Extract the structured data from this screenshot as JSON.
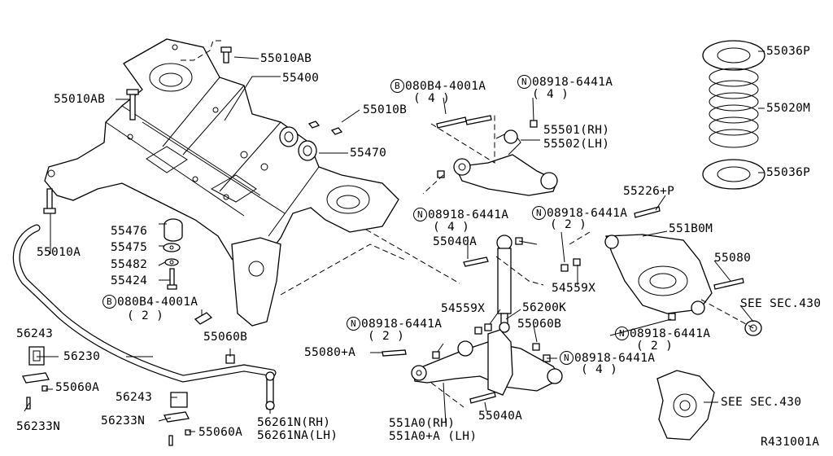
{
  "reference_code": "R431001A",
  "labels": {
    "p55010AB_top": "55010AB",
    "p55400": "55400",
    "p55010AB_left": "55010AB",
    "p55010B": "55010B",
    "p55470": "55470",
    "p55010A": "55010A",
    "p55476": "55476",
    "p55475": "55475",
    "p55482": "55482",
    "p55424": "55424",
    "bolt_080B4_lower": {
      "prefix": "B",
      "part": "080B4-4001A",
      "qty": "( 2 )"
    },
    "p55060B_left": "55060B",
    "p56243_left": "56243",
    "p56230": "56230",
    "p55060A_left": "55060A",
    "p56233N_left": "56233N",
    "p56243_bottom": "56243",
    "p56233N_bottom": "56233N",
    "p55060A_bottom": "55060A",
    "p56261N": "56261N(RH)",
    "p56261NA": "56261NA(LH)",
    "bolt_080B4_upper": {
      "prefix": "B",
      "part": "080B4-4001A",
      "qty": "( 4 )"
    },
    "nut_upper_arm": {
      "prefix": "N",
      "part": "08918-6441A",
      "qty": "( 4 )"
    },
    "p55501": "55501(RH)",
    "p55502": "55502(LH)",
    "nut_shock": {
      "prefix": "N",
      "part": "08918-6441A",
      "qty": "( 4 )"
    },
    "p55040A_upper": "55040A",
    "nut_lower_arm": {
      "prefix": "N",
      "part": "08918-6441A",
      "qty": "( 2 )"
    },
    "p55226P": "55226+P",
    "p551B0M": "551B0M",
    "p55080_right": "55080",
    "p54559X_right": "54559X",
    "see_sec_430_upper": "SEE SEC.430",
    "p54559X_mid": "54559X",
    "p56200K": "56200K",
    "nut_link": {
      "prefix": "N",
      "part": "08918-6441A",
      "qty": "( 2 )"
    },
    "p55060B_right": "55060B",
    "p55080A": "55080+A",
    "nut_lower_right": {
      "prefix": "N",
      "part": "08918-6441A",
      "qty": "( 2 )"
    },
    "nut_bottom": {
      "prefix": "N",
      "part": "08918-6441A",
      "qty": "( 4 )"
    },
    "p551A0": "551A0(RH)",
    "p551A0A": "551A0+A (LH)",
    "p55040A_lower": "55040A",
    "see_sec_430_lower": "SEE SEC.430",
    "p55036P_top": "55036P",
    "p55020M": "55020M",
    "p55036P_bottom": "55036P"
  }
}
